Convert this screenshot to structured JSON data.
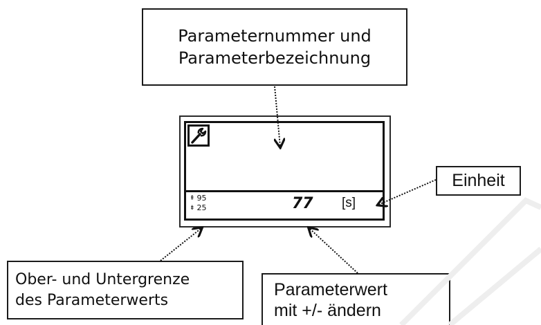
{
  "callouts": {
    "top": {
      "line1": "Parameternummer und",
      "line2": "Parameterbezeichnung"
    },
    "unit": {
      "label": "Einheit"
    },
    "limits": {
      "line1": "Ober- und Untergrenze",
      "line2": "des Parameterwerts"
    },
    "value": {
      "line1": "Parameterwert",
      "line2": "mit +/- ändern"
    }
  },
  "display": {
    "upper_limit": "95",
    "lower_limit": "25",
    "value": "77",
    "unit": "[s]",
    "upper_arrow": "⇞",
    "lower_arrow": "⇟"
  },
  "icons": {
    "settings": "wrench-icon"
  }
}
